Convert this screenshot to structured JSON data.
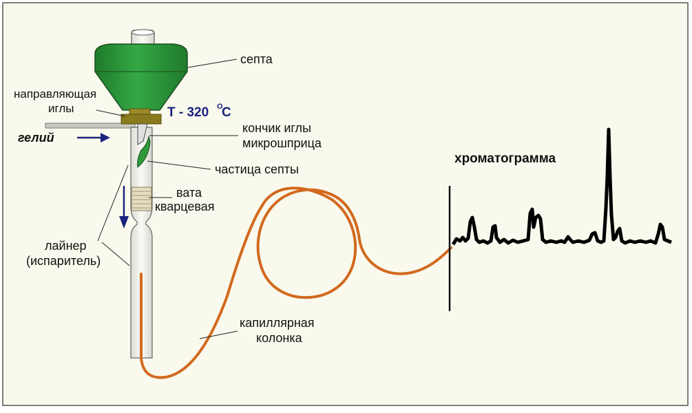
{
  "labels": {
    "septa": "септа",
    "needle_guide_line1": "направляющая",
    "needle_guide_line2": "иглы",
    "temperature_main": "T - 320",
    "temperature_unit_sup": "O",
    "temperature_unit": "C",
    "helium": "гелий",
    "needle_tip_line1": "кончик иглы",
    "needle_tip_line2": "микрошприца",
    "septa_particle": "частица септы",
    "wool_line1": "вата",
    "wool_line2": "кварцевая",
    "liner_line1": "лайнер",
    "liner_line2": "(испаритель)",
    "capillary_line1": "капиллярная",
    "capillary_line2": "колонка",
    "chromatogram": "хроматограмма"
  },
  "colors": {
    "background": "#f9f9ed",
    "septa_green": "#2e9a3c",
    "guide_olive": "#8a7a1e",
    "column_orange": "#d2691e",
    "arrow_navy": "#1a237e",
    "temperature_text": "#1a237e"
  }
}
